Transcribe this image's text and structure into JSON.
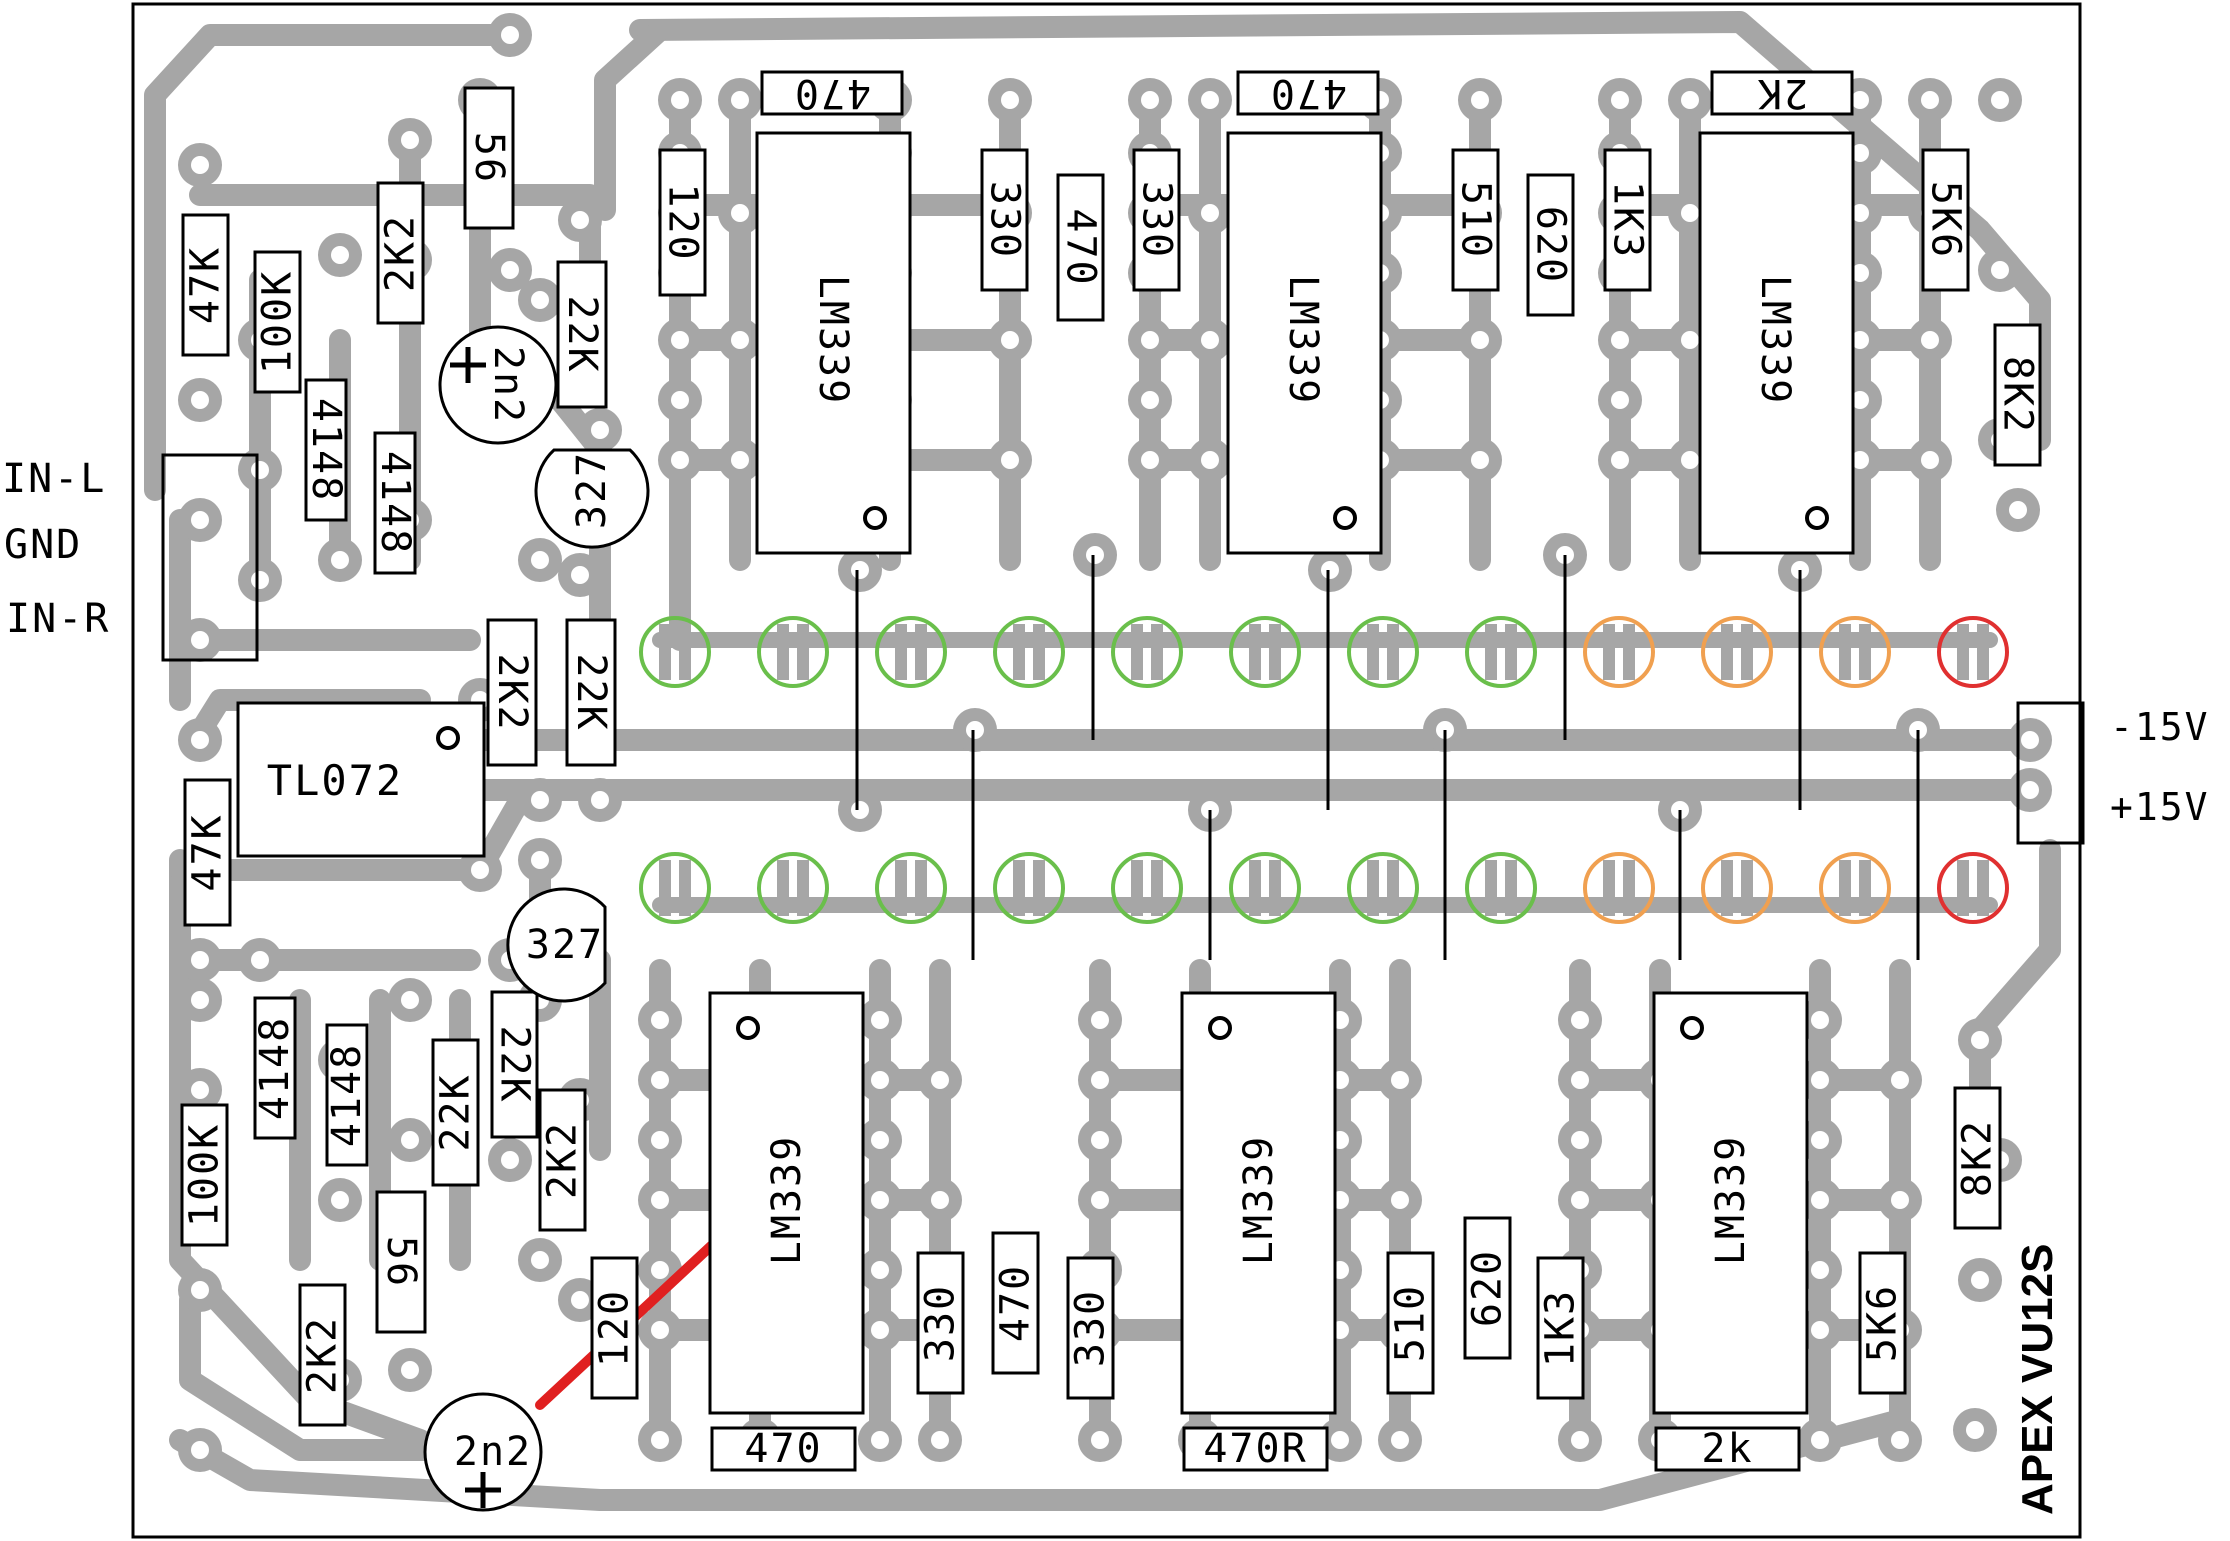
{
  "board": {
    "title": "APEX VU12S",
    "connectors": {
      "input": [
        "IN-L",
        "GND",
        "IN-R"
      ],
      "power": [
        "-15V",
        "+15V"
      ]
    }
  },
  "ics": {
    "opamp": "TL072",
    "comparators": [
      "LM339",
      "LM339",
      "LM339",
      "LM339",
      "LM339",
      "LM339"
    ]
  },
  "resistors": {
    "top": [
      "470",
      "470",
      "2K",
      "120",
      "330",
      "470",
      "330",
      "510",
      "620",
      "1K3",
      "5K6",
      "8K2",
      "56",
      "2K2",
      "47K",
      "100K",
      "22K",
      "2K2",
      "22K"
    ],
    "bottom": [
      "470",
      "470R",
      "2k",
      "120",
      "330",
      "470",
      "330",
      "510",
      "620",
      "1K3",
      "5K6",
      "8K2",
      "47K",
      "100K",
      "22K",
      "22K",
      "2K2",
      "56",
      "2K2"
    ]
  },
  "diodes": [
    "4148",
    "4148",
    "4148",
    "4148"
  ],
  "capacitors": [
    "2n2",
    "2n2"
  ],
  "transistors": [
    "327",
    "327"
  ],
  "leds": {
    "colors": {
      "green": "#6abf4b",
      "orange": "#f0a050",
      "red": "#e03030"
    },
    "rows": [
      [
        "green",
        "green",
        "green",
        "green",
        "green",
        "green",
        "green",
        "green",
        "orange",
        "orange",
        "orange",
        "red"
      ],
      [
        "green",
        "green",
        "green",
        "green",
        "green",
        "green",
        "green",
        "green",
        "orange",
        "orange",
        "orange",
        "red"
      ]
    ]
  },
  "colors": {
    "copper": "#a6a6a6",
    "outline": "#000000",
    "wire": "#e02020",
    "background": "#ffffff"
  }
}
